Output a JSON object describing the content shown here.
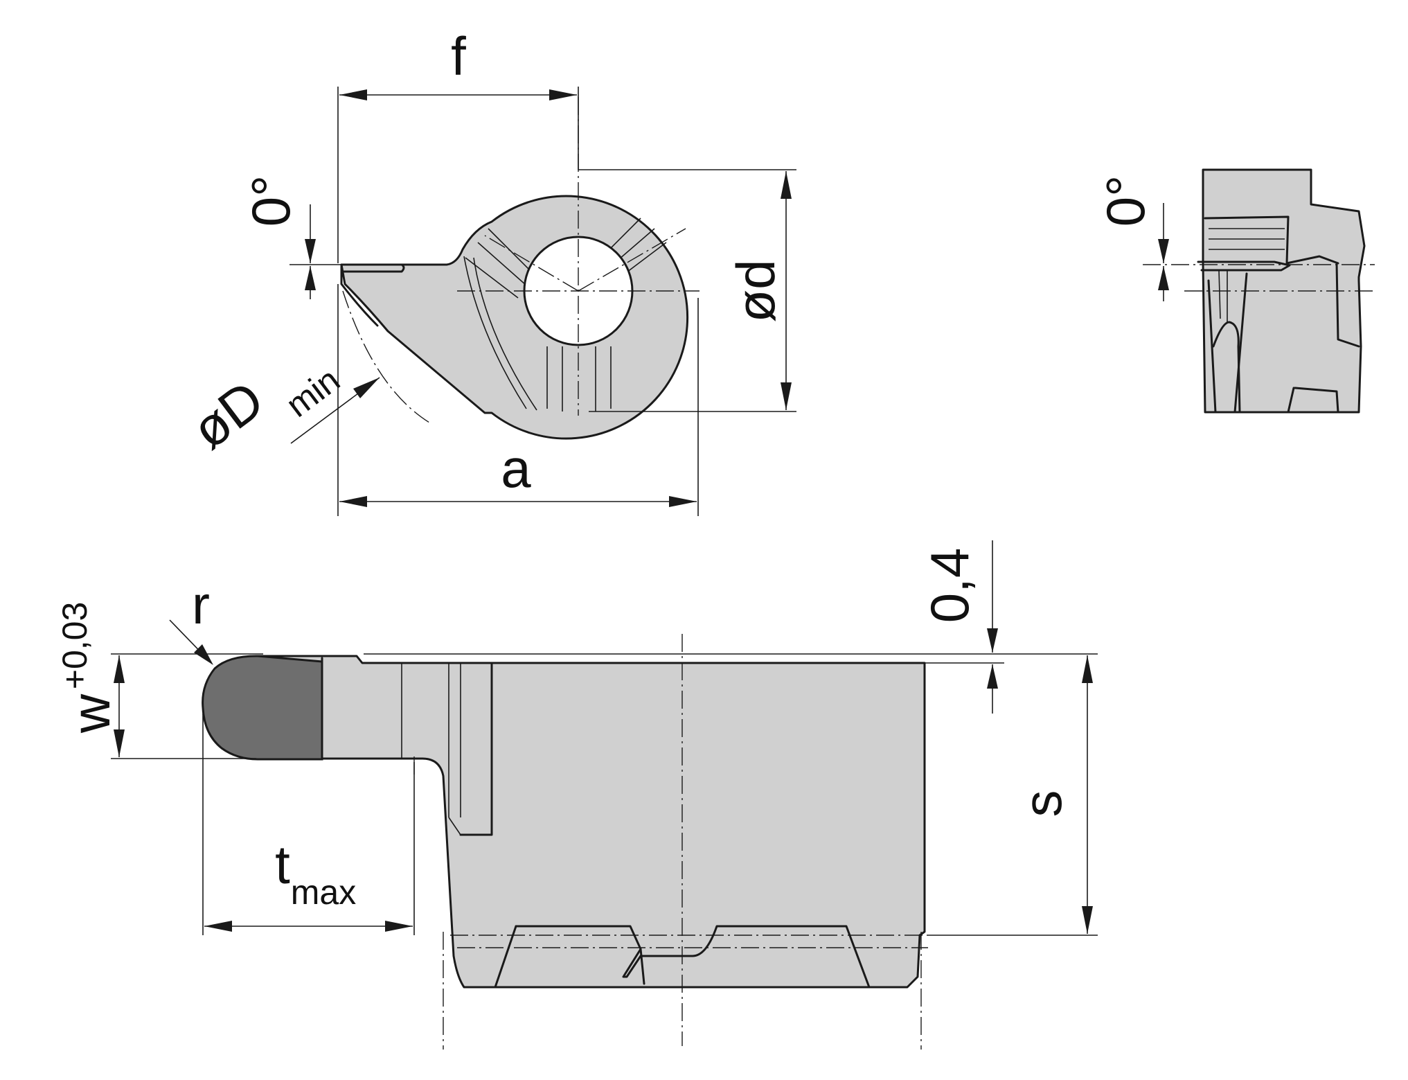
{
  "labels": {
    "f": "f",
    "od": "ød",
    "a": "a",
    "oD": "øD",
    "oD_sub": "min",
    "angle_top": "0°",
    "angle_side": "0°",
    "w": "w",
    "w_tol": "+0,03",
    "r": "r",
    "t": "t",
    "t_sub": "max",
    "s": "s",
    "gap": "0,4"
  },
  "colors": {
    "body": "#d0d0d0",
    "tip": "#6e6e6e",
    "line": "#1a1a1a"
  }
}
